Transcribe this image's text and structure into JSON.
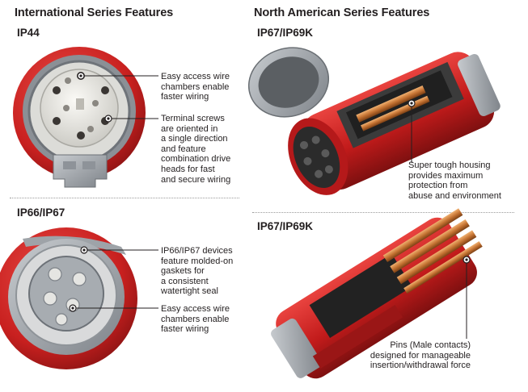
{
  "columns": {
    "international": {
      "title": "International Series Features"
    },
    "north_american": {
      "title": "North American Series Features"
    }
  },
  "sections": {
    "ip44": {
      "title": "IP44",
      "callouts": [
        "Easy access wire\nchambers enable\nfaster wiring",
        "Terminal screws\nare oriented in\na single direction\nand feature\ncombination drive\nheads for fast\nand secure wiring"
      ]
    },
    "ip66": {
      "title": "IP66/IP67",
      "callouts": [
        "IP66/IP67 devices\nfeature molded-on\ngaskets for\na consistent\nwatertight seal",
        "Easy access wire\nchambers enable\nfaster wiring"
      ]
    },
    "ip67_connector": {
      "title": "IP67/IP69K",
      "callouts": [
        "Super tough housing\nprovides maximum\nprotection from\nabuse and environment"
      ]
    },
    "ip67_plug": {
      "title": "IP67/IP69K",
      "callouts": [
        "Pins (Male contacts)\ndesigned for manageable\ninsertion/withdrawal force"
      ]
    }
  },
  "colors": {
    "housing_red": "#d42a2a",
    "dark_red": "#8e1414",
    "grey_housing": "#9ea3a8",
    "insert_white": "#ecebe6",
    "brass": "#c87a3a"
  }
}
